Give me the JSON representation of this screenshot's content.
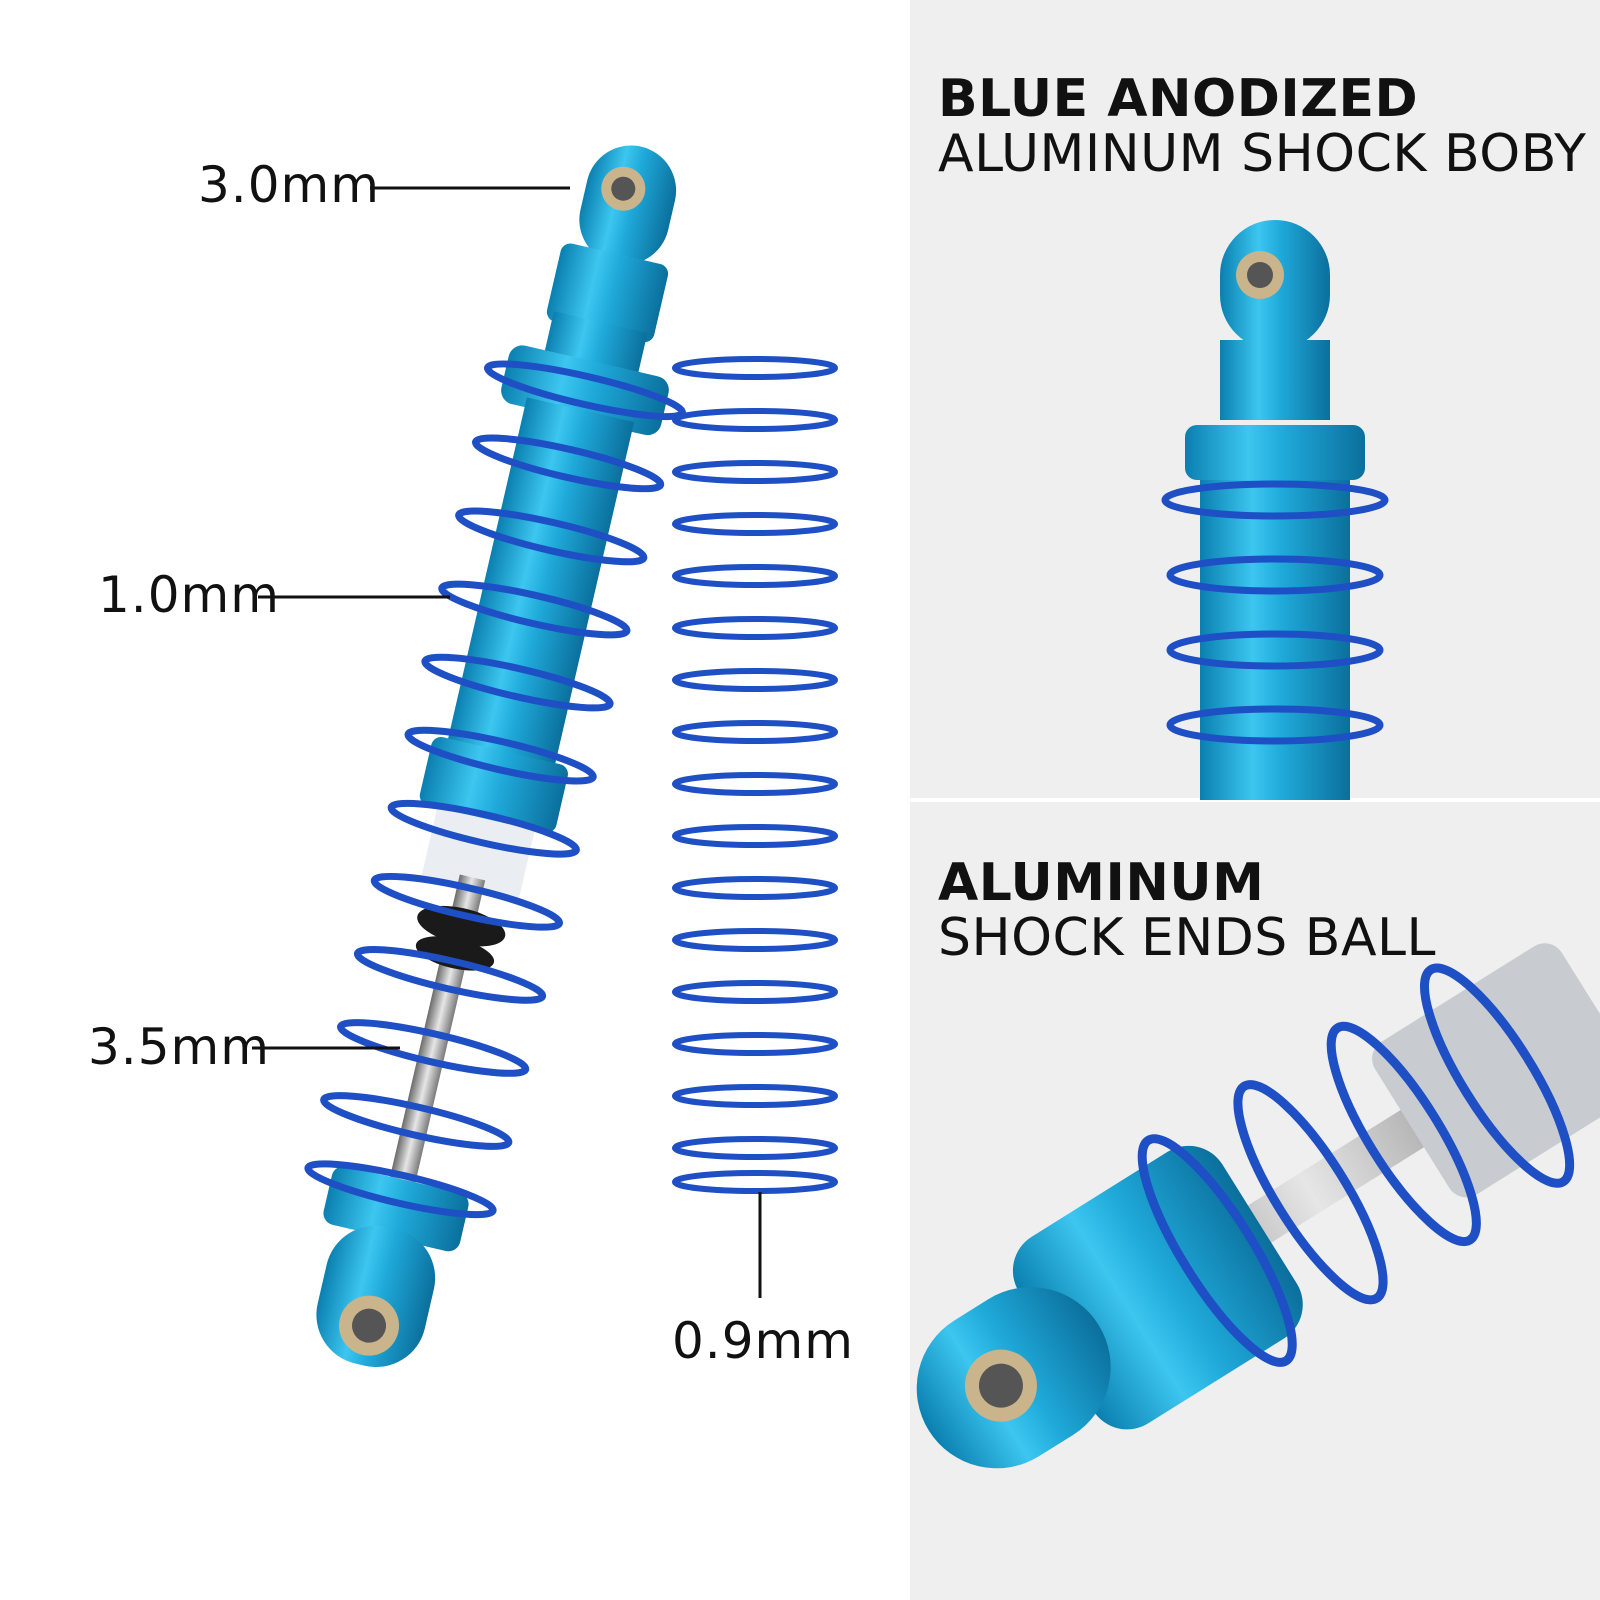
{
  "dimensions": {
    "top_eyelet": "3.0mm",
    "shock_body": "1.0mm",
    "shaft": "3.5mm",
    "spring_wire": "0.9mm"
  },
  "panel_top": {
    "title_bold": "BLUE ANODIZED",
    "title_light": "ALUMINUM SHOCK BOBY"
  },
  "panel_bottom": {
    "title_bold": "ALUMINUM",
    "title_light": "SHOCK ENDS BALL"
  },
  "colors": {
    "aluminum_body": "#1aa6d6",
    "spring": "#1e4fc4",
    "panel_background": "#efefef"
  }
}
